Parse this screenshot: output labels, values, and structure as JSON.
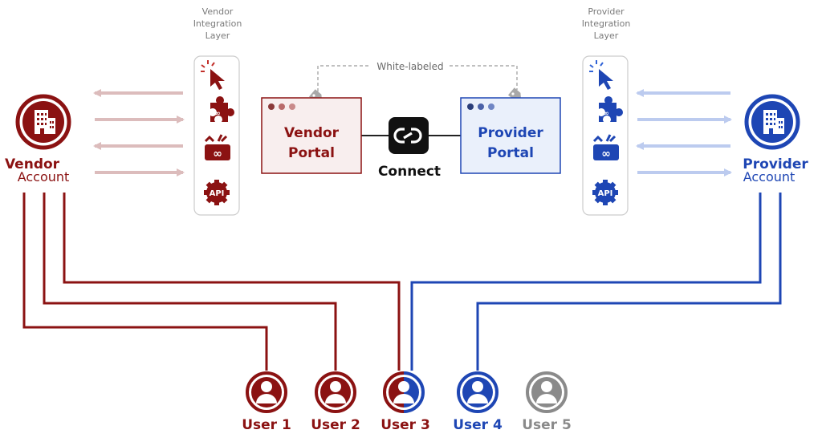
{
  "colors": {
    "vendor": "#8b1212",
    "provider": "#1e46b4",
    "vendor_arrow": "#dcbcbc",
    "provider_arrow": "#bccbef",
    "user5": "#8a8a8a",
    "vendor_portal_fill": "#f8eeee",
    "provider_portal_fill": "#eaf0fb",
    "connect": "#111111"
  },
  "vendor_layer": {
    "caption": [
      "Vendor",
      "Integration",
      "Layer"
    ]
  },
  "provider_layer": {
    "caption": [
      "Provider",
      "Integration",
      "Layer"
    ]
  },
  "vendor_account": {
    "line1": "Vendor",
    "line2": "Account"
  },
  "provider_account": {
    "line1": "Provider",
    "line2": "Account"
  },
  "vendor_portal": {
    "line1": "Vendor",
    "line2": "Portal"
  },
  "provider_portal": {
    "line1": "Provider",
    "line2": "Portal"
  },
  "white_label": "White-labeled",
  "connect": {
    "label": "Connect"
  },
  "layer_icons": [
    "cursor-click-icon",
    "puzzle-infinity-icon",
    "toolbox-infinity-icon",
    "api-gear-icon"
  ],
  "users": [
    {
      "label": "User 1",
      "color": "#8b1212"
    },
    {
      "label": "User 2",
      "color": "#8b1212"
    },
    {
      "label": "User 3",
      "color": "split"
    },
    {
      "label": "User 4",
      "color": "#1e46b4"
    },
    {
      "label": "User 5",
      "color": "#8a8a8a"
    }
  ]
}
